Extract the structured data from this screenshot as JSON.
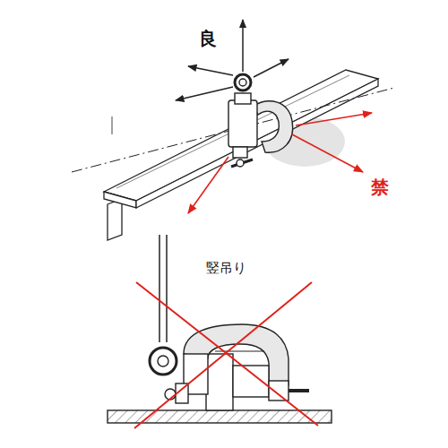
{
  "diagram": {
    "labels": [
      "良",
      "禁",
      "竪吊り"
    ]
  }
}
